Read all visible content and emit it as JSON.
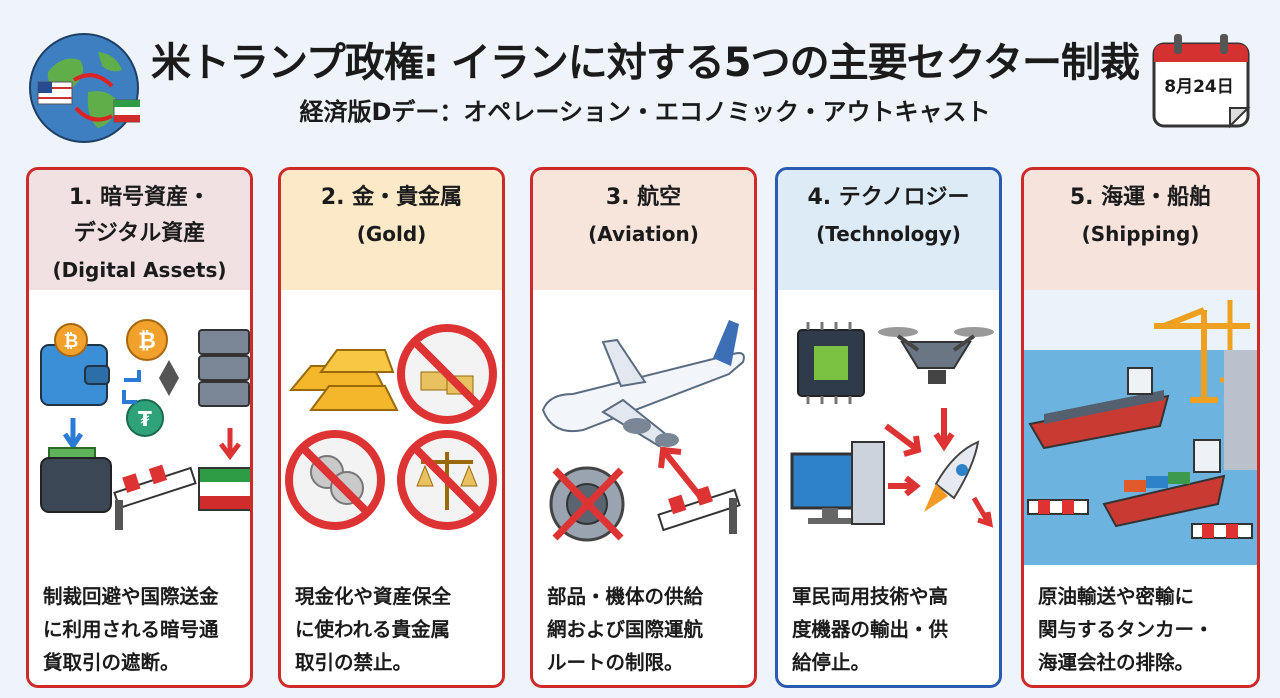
{
  "header": {
    "title": "米トランプ政権: イランに対する5つの主要セクター制裁",
    "subtitle": "経済版Dデー：オペレーション・エコノミック・アウトキャスト",
    "calendar_date": "8月24日"
  },
  "sectors": [
    {
      "title_line1": "1. 暗号資産・",
      "title_line2": "デジタル資産",
      "title_en": "(Digital Assets)",
      "desc_lines": [
        "制裁回避や国際送金",
        "に利用される暗号通",
        "貨取引の遮断。"
      ],
      "head_color": "#f2e1e3"
    },
    {
      "title_line1": "2. 金・貴金属",
      "title_line2": "",
      "title_en": "(Gold)",
      "desc_lines": [
        "現金化や資産保全",
        "に使われる貴金属",
        "取引の禁止。"
      ],
      "head_color": "#fbe9c8"
    },
    {
      "title_line1": "3. 航空",
      "title_line2": "",
      "title_en": "(Aviation)",
      "desc_lines": [
        "部品・機体の供給",
        "網および国際運航",
        "ルートの制限。"
      ],
      "head_color": "#f7e5dc"
    },
    {
      "title_line1": "4. テクノロジー",
      "title_line2": "",
      "title_en": "(Technology)",
      "desc_lines": [
        "軍民両用技術や高",
        "度機器の輸出・供",
        "給停止。"
      ],
      "head_color": "#dcebf6"
    },
    {
      "title_line1": "5. 海運・船舶",
      "title_line2": "",
      "title_en": "(Shipping)",
      "desc_lines": [
        "原油輸送や密輸に",
        "関与するタンカー・",
        "海運会社の排除。"
      ],
      "head_color": "#f6e3dc"
    }
  ],
  "colors": {
    "border_red": "#cf2a2a",
    "border_blue": "#2a5bb0",
    "background": "#eef4f9"
  },
  "icons": [
    "globe-icon",
    "calendar-icon",
    "bitcoin-icon",
    "wallet-icon",
    "server-icon",
    "iran-flag-icon",
    "gold-bar-icon",
    "prohibited-icon",
    "airplane-icon",
    "jet-engine-icon",
    "chip-icon",
    "drone-icon",
    "computer-icon",
    "rocket-icon",
    "tanker-ship-icon",
    "crane-icon",
    "barrier-icon"
  ]
}
